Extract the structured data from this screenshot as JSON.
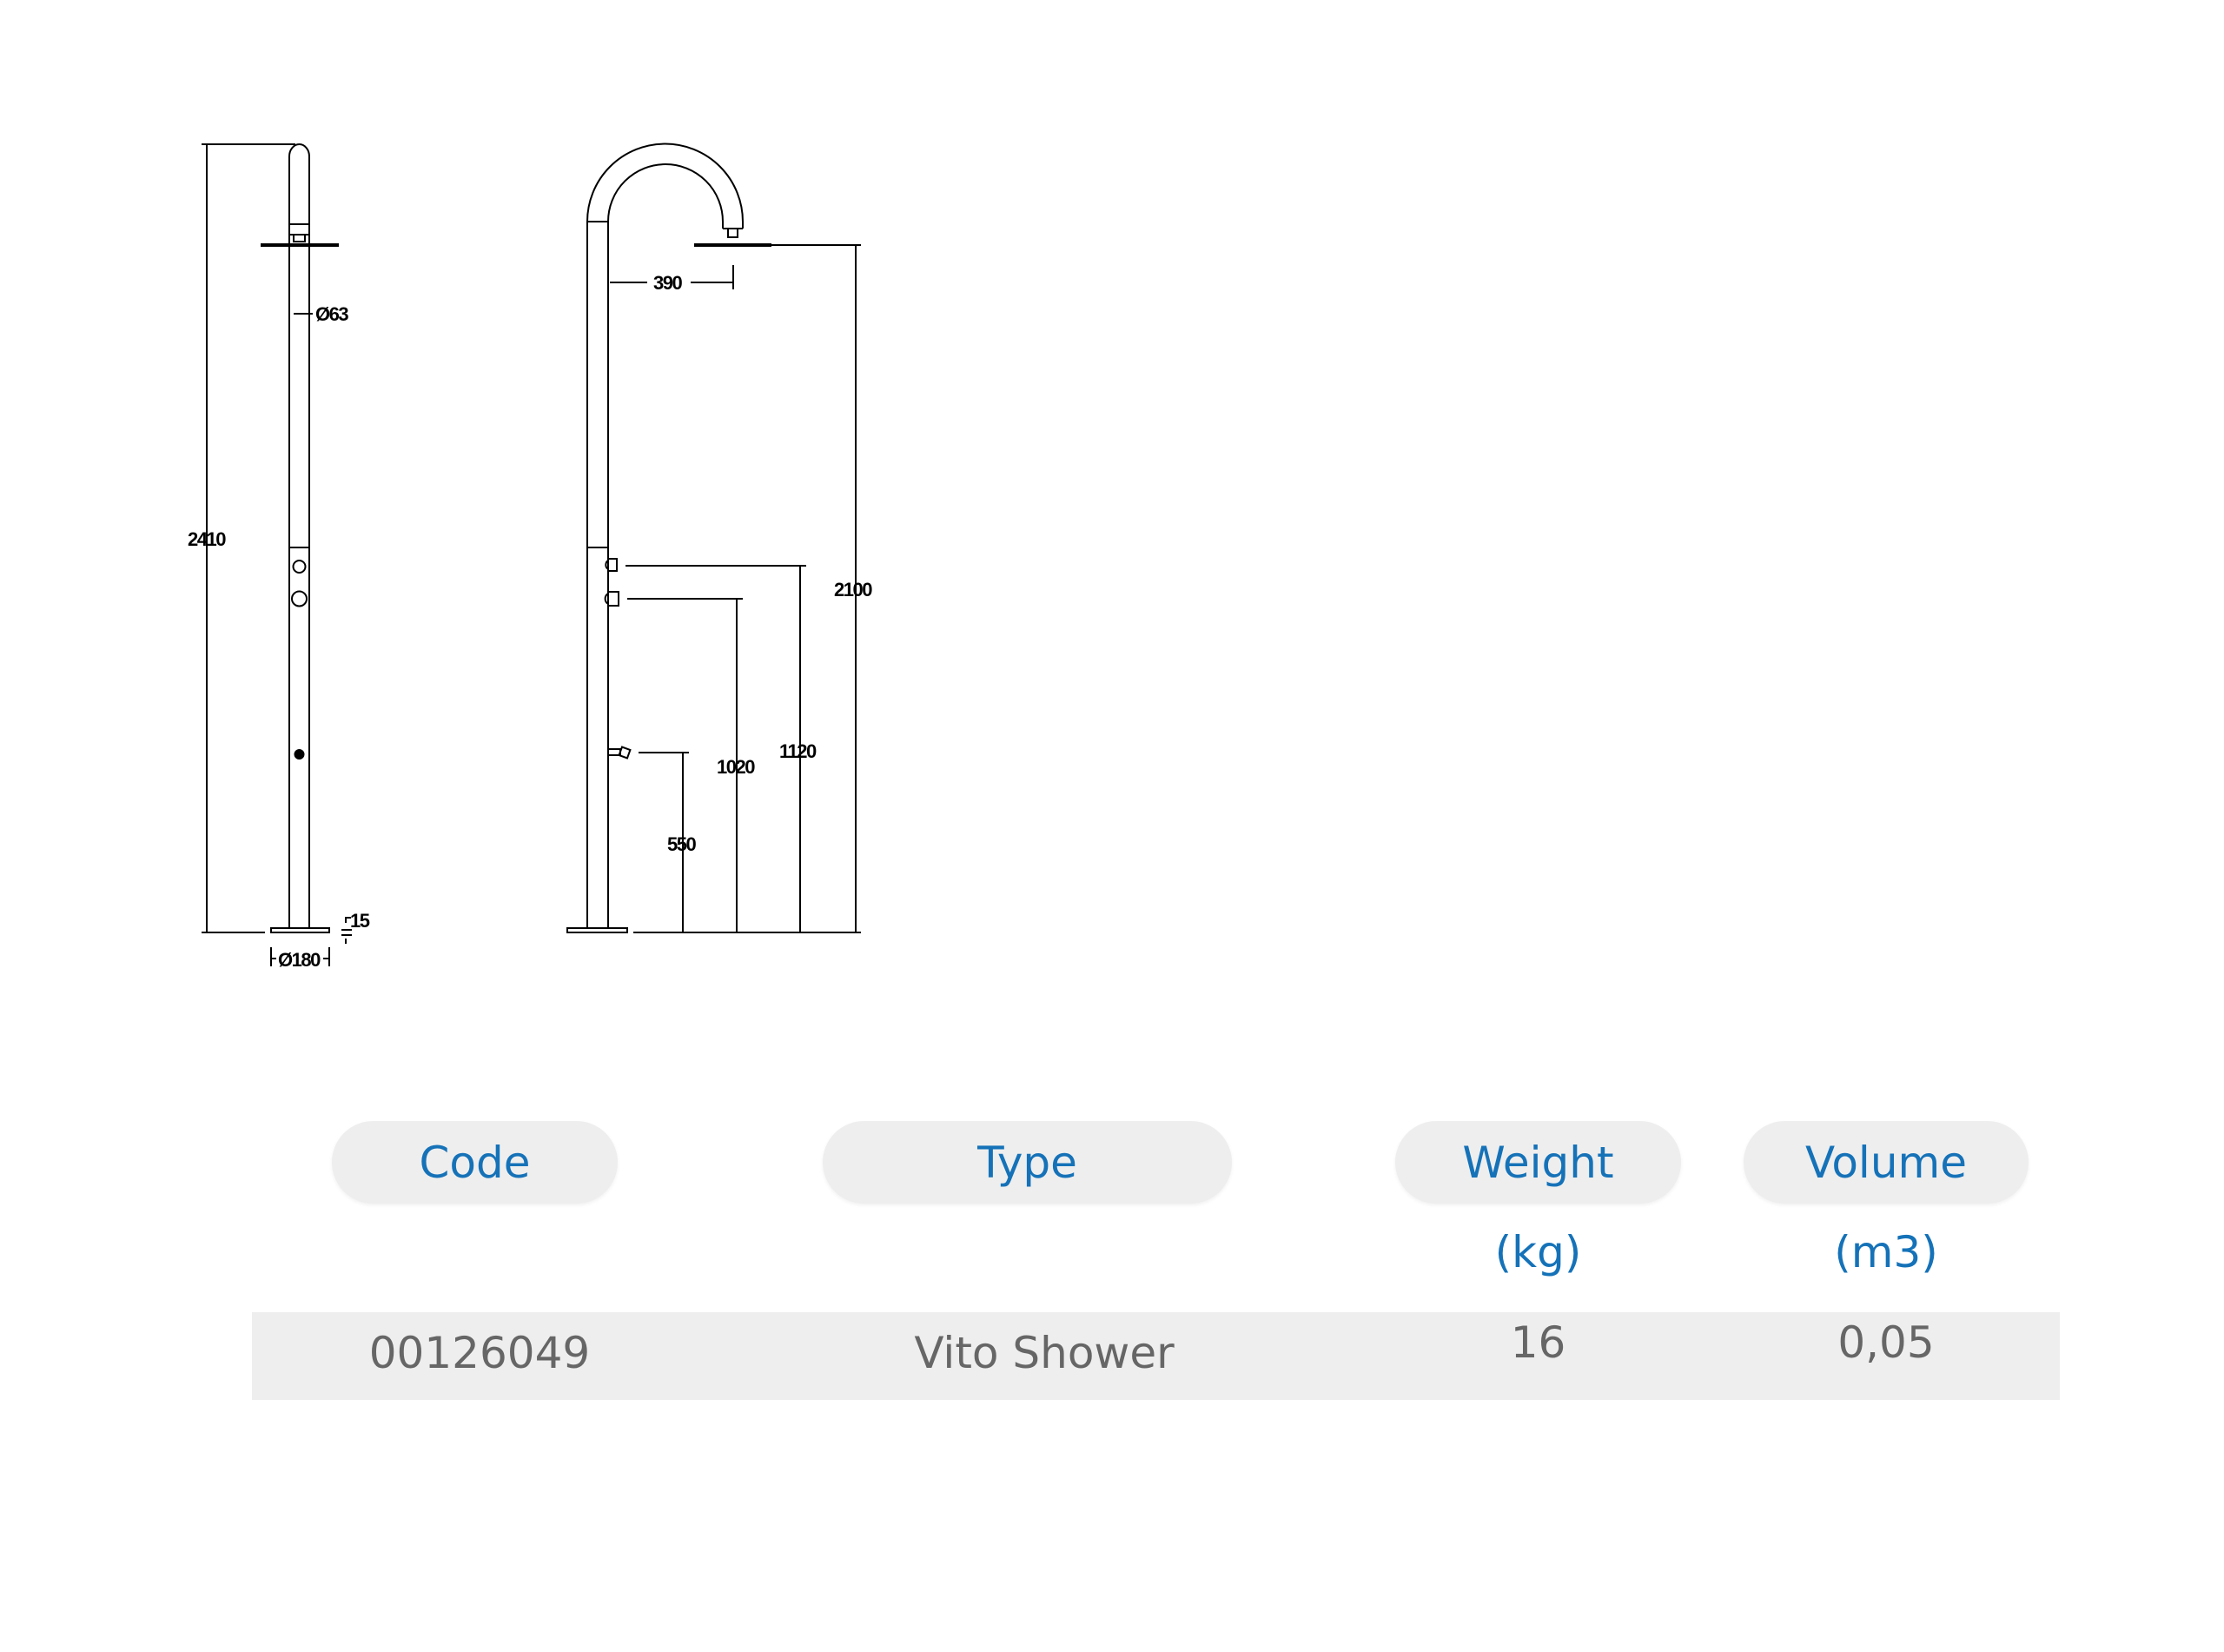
{
  "drawing": {
    "front_view": {
      "height": "2410",
      "pipe_diameter": "Ø63",
      "base_diameter": "Ø180",
      "base_thickness": "15"
    },
    "side_view": {
      "reach": "390",
      "head_height": "2100",
      "upper_valve_height": "1120",
      "lower_valve_height": "1020",
      "foot_tap_height": "550"
    }
  },
  "table": {
    "headers": {
      "code": "Code",
      "type": "Type",
      "weight": "Weight",
      "volume": "Volume"
    },
    "units": {
      "weight": "(kg)",
      "volume": "(m3)"
    },
    "rows": [
      {
        "code": "00126049",
        "type": "Vito Shower",
        "weight": "16",
        "volume": "0,05"
      }
    ]
  },
  "colors": {
    "header_text": "#1572b8",
    "pill_bg": "#eeeeee",
    "cell_text": "#666666"
  }
}
